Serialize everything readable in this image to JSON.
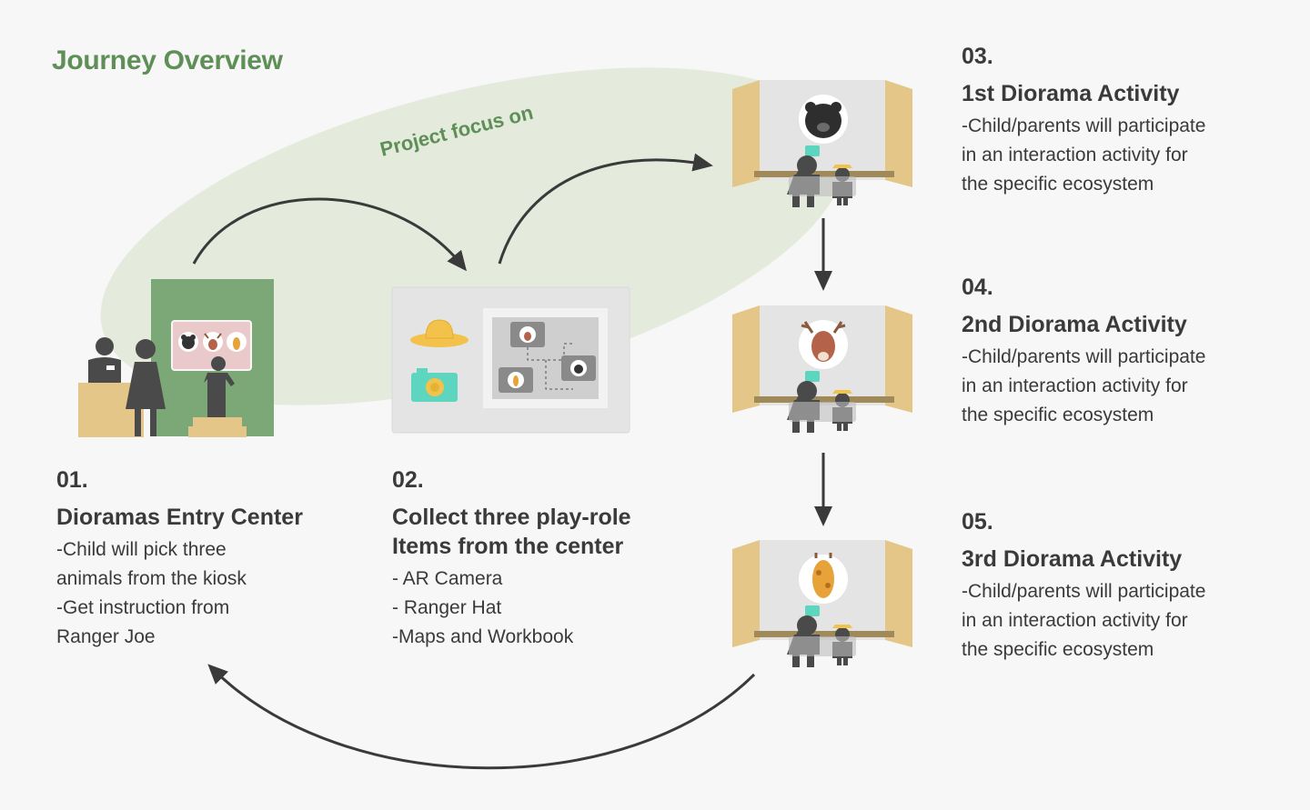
{
  "title": "Journey Overview",
  "focus_label": "Project focus on",
  "colors": {
    "title_green": "#5e8f56",
    "focus_ellipse": "#e4eadc",
    "entry_board": "#7ca877",
    "booth_wood": "#e4c788",
    "figure_gray": "#4a4a4a",
    "camera_teal": "#5ed6bf",
    "hat_yellow": "#f2c24a"
  },
  "steps": [
    {
      "num": "01.",
      "heading": [
        "Dioramas Entry Center"
      ],
      "lines": [
        "-Child will pick three",
        "animals from the kiosk",
        "-Get instruction from",
        "Ranger Joe"
      ]
    },
    {
      "num": "02.",
      "heading": [
        "Collect three play-role",
        "Items from the center"
      ],
      "lines": [
        "- AR Camera",
        "- Ranger Hat",
        "-Maps and Workbook"
      ]
    },
    {
      "num": "03.",
      "heading": [
        "1st Diorama Activity"
      ],
      "lines": [
        "-Child/parents will participate",
        "in an interaction activity for",
        "the specific ecosystem"
      ]
    },
    {
      "num": "04.",
      "heading": [
        "2nd Diorama Activity"
      ],
      "lines": [
        "-Child/parents will participate",
        "in an interaction activity for",
        "the specific ecosystem"
      ]
    },
    {
      "num": "05.",
      "heading": [
        "3rd Diorama Activity"
      ],
      "lines": [
        "-Child/parents will participate",
        "in an interaction activity for",
        "the specific ecosystem"
      ]
    }
  ],
  "illustrations": {
    "entry_center": [
      "kiosk-board",
      "ranger-desk",
      "parent-figure",
      "child-figure",
      "bear-icon",
      "deer-icon",
      "giraffe-icon"
    ],
    "items_center": [
      "ranger-hat-icon",
      "ar-camera-icon",
      "map-icon"
    ],
    "dioramas": [
      "bear-icon",
      "deer-icon",
      "giraffe-icon"
    ]
  }
}
